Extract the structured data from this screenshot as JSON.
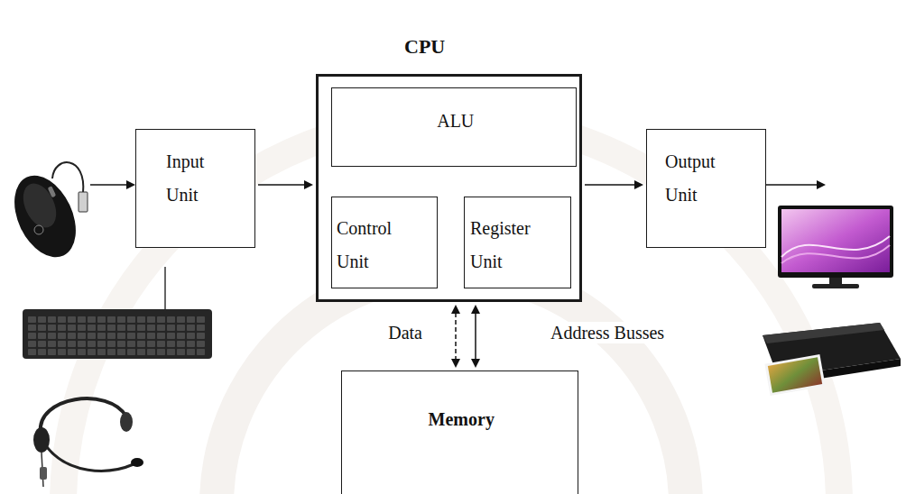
{
  "diagram": {
    "nodes": [
      {
        "text": [
          "Input Unit"
        ]
      },
      {
        "text": [
          "CPU"
        ]
      },
      {
        "text": [
          "ALU"
        ],
        "in": 1
      },
      {
        "text": [
          "Control Unit"
        ],
        "in": 1
      },
      {
        "text": [
          "Register Unit"
        ],
        "in": 1
      },
      {
        "text": [
          "Output Unit"
        ]
      },
      {
        "text": [
          "Memory"
        ]
      }
    ],
    "edges": [
      {
        "from": 0,
        "to": 1,
        "arrow": "to"
      },
      {
        "from": 1,
        "to": 5,
        "arrow": "to"
      },
      {
        "from": 1,
        "to": 6,
        "arrow": "both",
        "label": "Data"
      },
      {
        "from": 1,
        "to": 6,
        "arrow": "both",
        "label": "Address Busses"
      }
    ]
  }
}
